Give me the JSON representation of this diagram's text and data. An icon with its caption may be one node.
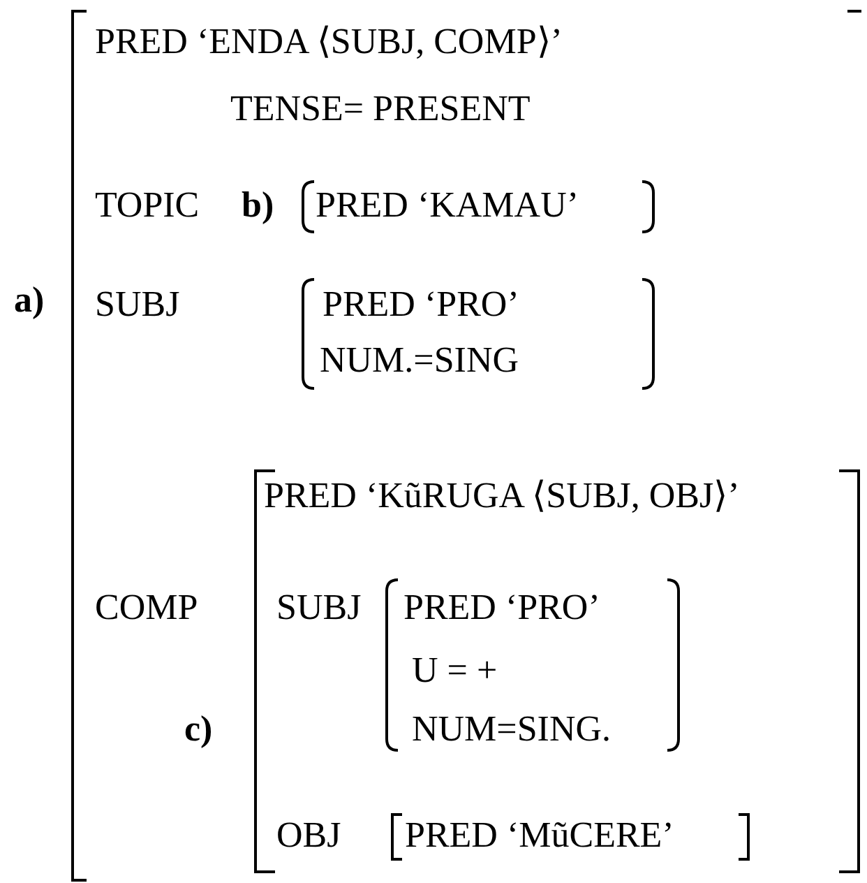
{
  "diagram": {
    "nodes": [
      {
        "text": [
          "PRED ‘ENDA ⟨SUBJ, COMP⟩’",
          "TENSE= PRESENT",
          "TOPIC",
          "SUBJ",
          "COMP"
        ],
        "beside": [
          "a)"
        ]
      },
      {
        "text": [
          "PRED ‘KAMAU’"
        ],
        "in": 0,
        "beside": [
          "b)"
        ]
      },
      {
        "text": [
          "PRED ‘PRO’",
          "NUM.=SING"
        ],
        "in": 0
      },
      {
        "text": [
          "PRED ‘KũRUGA ⟨SUBJ, OBJ⟩’",
          "SUBJ",
          "OBJ"
        ],
        "in": 0,
        "beside": [
          "c)"
        ]
      },
      {
        "text": [
          "PRED ‘PRO’",
          "U = +",
          "NUM=SING."
        ],
        "in": 3
      },
      {
        "text": [
          "PRED ‘MũCERE’"
        ],
        "in": 3
      }
    ]
  }
}
